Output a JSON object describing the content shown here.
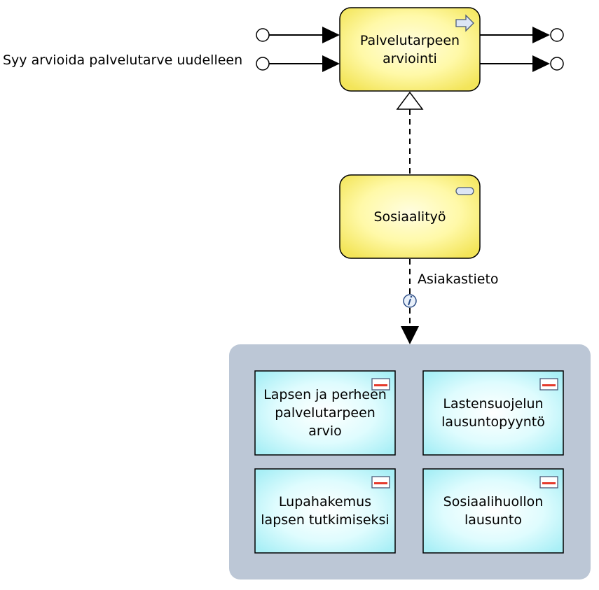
{
  "process": {
    "line1": "Palvelutarpeen",
    "line2": "arviointi",
    "icon": "process-arrow-icon"
  },
  "trigger_label": "Syy arvioida palvelutarve uudelleen",
  "function": {
    "label": "Sosiaalityö",
    "icon": "function-icon"
  },
  "flow_label": "Asiakastieto",
  "flow_icon": "information-icon",
  "documents": [
    {
      "line1": "Lapsen ja perheen",
      "line2": "palvelutarpeen",
      "line3": "arvio"
    },
    {
      "line1": "Lastensuojelun",
      "line2": "lausuntopyyntö"
    },
    {
      "line1": "Lupahakemus",
      "line2": "lapsen tutkimiseksi"
    },
    {
      "line1": "Sosiaalihuollon",
      "line2": "lausunto"
    }
  ],
  "colors": {
    "process_fill": "#fff9a8",
    "document_fill": "#d9fbfd",
    "group_fill": "#bcc7d6",
    "document_icon_red": "#e53a2c"
  }
}
